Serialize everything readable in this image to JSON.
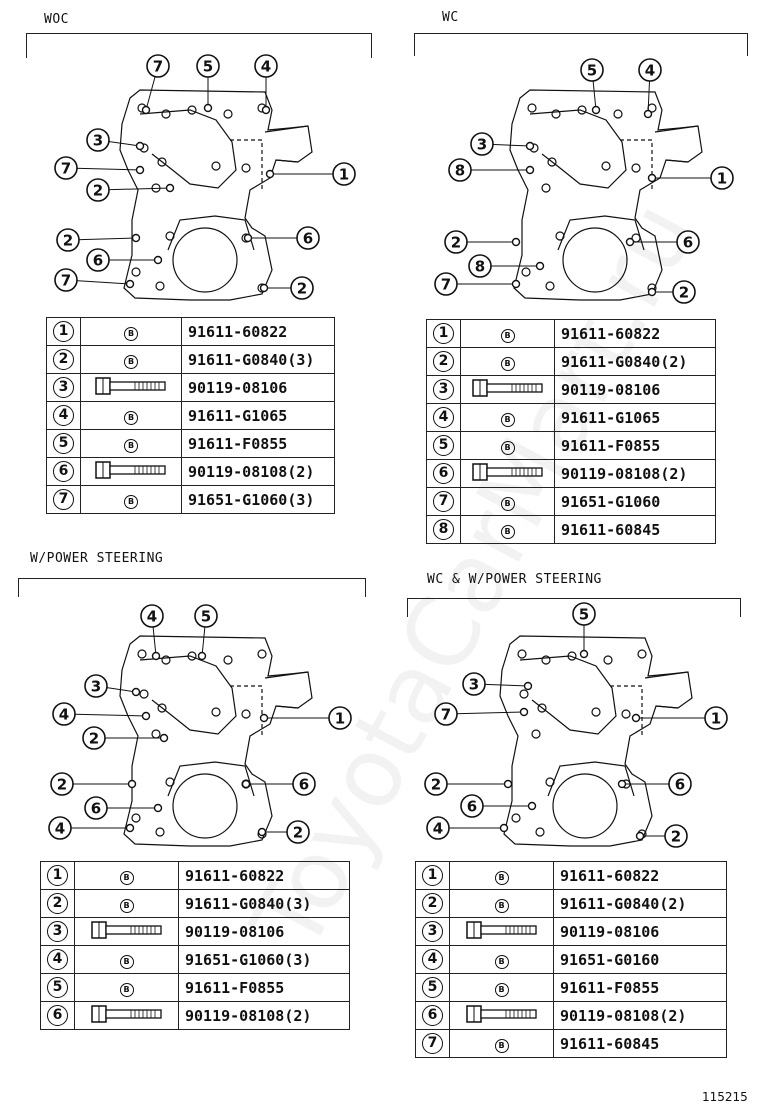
{
  "watermark": "ToyotaCarMart.ru",
  "footer": {
    "figure_number": "115215"
  },
  "icon_letter": "B",
  "panels": [
    {
      "title": "WOC",
      "callouts": [
        "7",
        "5",
        "4",
        "3",
        "1",
        "7",
        "2",
        "2",
        "6",
        "6",
        "7",
        "2"
      ],
      "rows": [
        {
          "num": "1",
          "icon": "nut-icon",
          "part": "91611-60822"
        },
        {
          "num": "2",
          "icon": "nut-icon",
          "part": "91611-G0840(3)"
        },
        {
          "num": "3",
          "icon": "bolt-icon",
          "part": "90119-08106"
        },
        {
          "num": "4",
          "icon": "nut-icon",
          "part": "91611-G1065"
        },
        {
          "num": "5",
          "icon": "nut-icon",
          "part": "91611-F0855"
        },
        {
          "num": "6",
          "icon": "bolt-icon",
          "part": "90119-08108(2)"
        },
        {
          "num": "7",
          "icon": "nut-icon",
          "part": "91651-G1060(3)"
        }
      ]
    },
    {
      "title": "WC",
      "callouts": [
        "5",
        "4",
        "3",
        "1",
        "8",
        "2",
        "6",
        "8",
        "7",
        "2"
      ],
      "rows": [
        {
          "num": "1",
          "icon": "nut-icon",
          "part": "91611-60822"
        },
        {
          "num": "2",
          "icon": "nut-icon",
          "part": "91611-G0840(2)"
        },
        {
          "num": "3",
          "icon": "bolt-icon",
          "part": "90119-08106"
        },
        {
          "num": "4",
          "icon": "nut-icon",
          "part": "91611-G1065"
        },
        {
          "num": "5",
          "icon": "nut-icon",
          "part": "91611-F0855"
        },
        {
          "num": "6",
          "icon": "bolt-icon",
          "part": "90119-08108(2)"
        },
        {
          "num": "7",
          "icon": "nut-icon",
          "part": "91651-G1060"
        },
        {
          "num": "8",
          "icon": "nut-icon",
          "part": "91611-60845"
        }
      ]
    },
    {
      "title": "W/POWER STEERING",
      "callouts": [
        "4",
        "5",
        "3",
        "4",
        "1",
        "2",
        "2",
        "6",
        "6",
        "4",
        "2"
      ],
      "rows": [
        {
          "num": "1",
          "icon": "nut-icon",
          "part": "91611-60822"
        },
        {
          "num": "2",
          "icon": "nut-icon",
          "part": "91611-G0840(3)"
        },
        {
          "num": "3",
          "icon": "bolt-icon",
          "part": "90119-08106"
        },
        {
          "num": "4",
          "icon": "nut-icon",
          "part": "91651-G1060(3)"
        },
        {
          "num": "5",
          "icon": "nut-icon",
          "part": "91611-F0855"
        },
        {
          "num": "6",
          "icon": "bolt-icon",
          "part": "90119-08108(2)"
        }
      ]
    },
    {
      "title": "WC & W/POWER STEERING",
      "callouts": [
        "5",
        "3",
        "7",
        "1",
        "2",
        "6",
        "6",
        "4",
        "2"
      ],
      "rows": [
        {
          "num": "1",
          "icon": "nut-icon",
          "part": "91611-60822"
        },
        {
          "num": "2",
          "icon": "nut-icon",
          "part": "91611-G0840(2)"
        },
        {
          "num": "3",
          "icon": "bolt-icon",
          "part": "90119-08106"
        },
        {
          "num": "4",
          "icon": "nut-icon",
          "part": "91651-G0160"
        },
        {
          "num": "5",
          "icon": "nut-icon",
          "part": "91611-F0855"
        },
        {
          "num": "6",
          "icon": "bolt-icon",
          "part": "90119-08108(2)"
        },
        {
          "num": "7",
          "icon": "nut-icon",
          "part": "91611-60845"
        }
      ]
    }
  ]
}
